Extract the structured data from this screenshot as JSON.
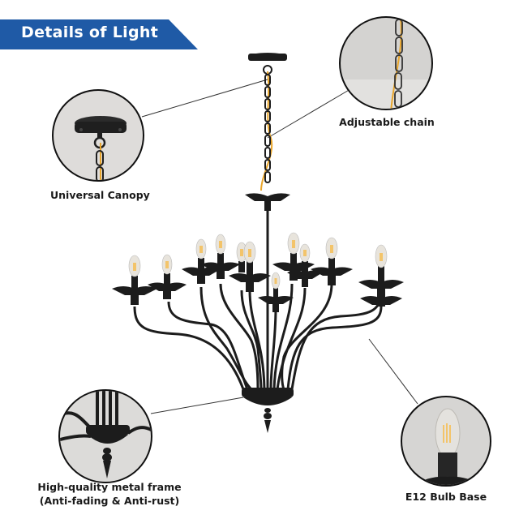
{
  "banner": {
    "title": "Details of Light",
    "color": "#1f5aa6"
  },
  "callouts": [
    {
      "id": "canopy",
      "label": "Universal Canopy"
    },
    {
      "id": "chain",
      "label": "Adjustable chain"
    },
    {
      "id": "frame",
      "label_line1": "High-quality metal frame",
      "label_line2": "(Anti-fading & Anti-rust)"
    },
    {
      "id": "bulb",
      "label": "E12 Bulb Base"
    }
  ],
  "product": {
    "name": "chandelier",
    "arms": 12,
    "finish_color": "#1c1c1c",
    "wire_color": "#e9a52a",
    "bulb_color": "#f3c46a"
  }
}
